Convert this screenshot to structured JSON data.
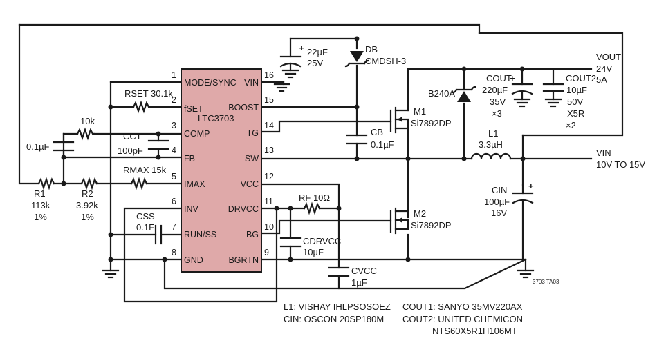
{
  "ic": {
    "part": "LTC3703",
    "pins": [
      {
        "num": "1",
        "name": "MODE/SYNC"
      },
      {
        "num": "2",
        "name": "fSET"
      },
      {
        "num": "3",
        "name": "COMP"
      },
      {
        "num": "4",
        "name": "FB"
      },
      {
        "num": "5",
        "name": "IMAX"
      },
      {
        "num": "6",
        "name": "INV"
      },
      {
        "num": "7",
        "name": "RUN/SS"
      },
      {
        "num": "8",
        "name": "GND"
      },
      {
        "num": "16",
        "name": "VIN"
      },
      {
        "num": "15",
        "name": "BOOST"
      },
      {
        "num": "14",
        "name": "TG"
      },
      {
        "num": "13",
        "name": "SW"
      },
      {
        "num": "12",
        "name": "VCC"
      },
      {
        "num": "11",
        "name": "DRVCC"
      },
      {
        "num": "10",
        "name": "BG"
      },
      {
        "num": "9",
        "name": "BGRTN"
      }
    ]
  },
  "labels": {
    "rset": "RSET 30.1k",
    "r10k": "10k",
    "c01": "0.1µF",
    "cc1_name": "CC1",
    "cc1_value": "100pF",
    "rmax": "RMAX 15k",
    "r1_name": "R1",
    "r1_value": "113k",
    "r1_tol": "1%",
    "r2_name": "R2",
    "r2_value": "3.92k",
    "r2_tol": "1%",
    "css_name": "CSS",
    "css_value": "0.1F",
    "c22_value": "22µF",
    "c22_voltage": "25V",
    "db_name": "DB",
    "db_part": "CMDSH-3",
    "cb_name": "CB",
    "cb_value": "0.1µF",
    "m1_name": "M1",
    "m1_part": "Si7892DP",
    "m2_name": "M2",
    "m2_part": "Si7892DP",
    "b240a": "B240A",
    "l1_name": "L1",
    "l1_value": "3.3µH",
    "cout_name": "COUT",
    "cout_value": "220µF",
    "cout_voltage": "35V",
    "cout_count": "×3",
    "cout2_name": "COUT2",
    "cout2_value": "10µF",
    "cout2_voltage": "50V",
    "cout2_dielectric": "X5R",
    "cout2_count": "×2",
    "vout_name": "VOUT",
    "vout_voltage": "24V",
    "vout_current": "5A",
    "vin_name": "VIN",
    "vin_range": "10V TO 15V",
    "cin_name": "CIN",
    "cin_value": "100µF",
    "cin_voltage": "16V",
    "rf": "RF 10Ω",
    "cdrvcc_name": "CDRVCC",
    "cdrvcc_value": "10µF",
    "cvcc_name": "CVCC",
    "cvcc_value": "1µF",
    "figure_code": "3703 TA03"
  },
  "notes": {
    "l1": "L1: VISHAY IHLPSOSOEZ",
    "cin": "CIN: OSCON 20SP180M",
    "cout1": "COUT1: SANYO 35MV220AX",
    "cout2": "COUT2: UNITED CHEMICON",
    "cout2_part": "NTS60X5R1H106MT"
  }
}
